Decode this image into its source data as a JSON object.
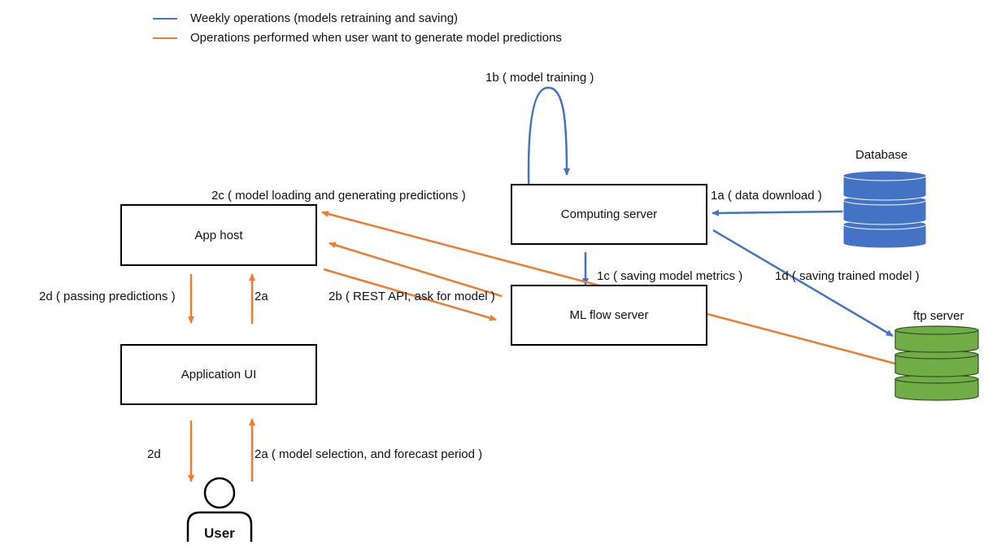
{
  "legend": [
    {
      "label": "Weekly operations (models retraining and saving)",
      "color": "#4472C4"
    },
    {
      "label": "Operations performed when user want to generate model predictions",
      "color": "#ED7D31"
    }
  ],
  "nodes": {
    "app_host": "App host",
    "application_ui": "Application UI",
    "computing_server": "Computing server",
    "ml_flow_server": "ML flow server",
    "database": "Database",
    "ftp_server": "ftp server",
    "user": "User"
  },
  "edges": {
    "e1a": "1a ( data download )",
    "e1b": "1b ( model training )",
    "e1c": "1c ( saving model metrics )",
    "e1d": "1d ( saving trained model )",
    "e2a_top": "2a",
    "e2a_bottom": "2a ( model selection, and forecast period )",
    "e2b": "2b ( REST API, ask for model )",
    "e2c": "2c ( model loading and generating predictions )",
    "e2d_top": "2d ( passing predictions )",
    "e2d_bottom": "2d"
  },
  "colors": {
    "blue": "#4472C4",
    "orange": "#ED7D31",
    "db_fill": "#4472C4",
    "ftp_fill": "#70AD47"
  }
}
